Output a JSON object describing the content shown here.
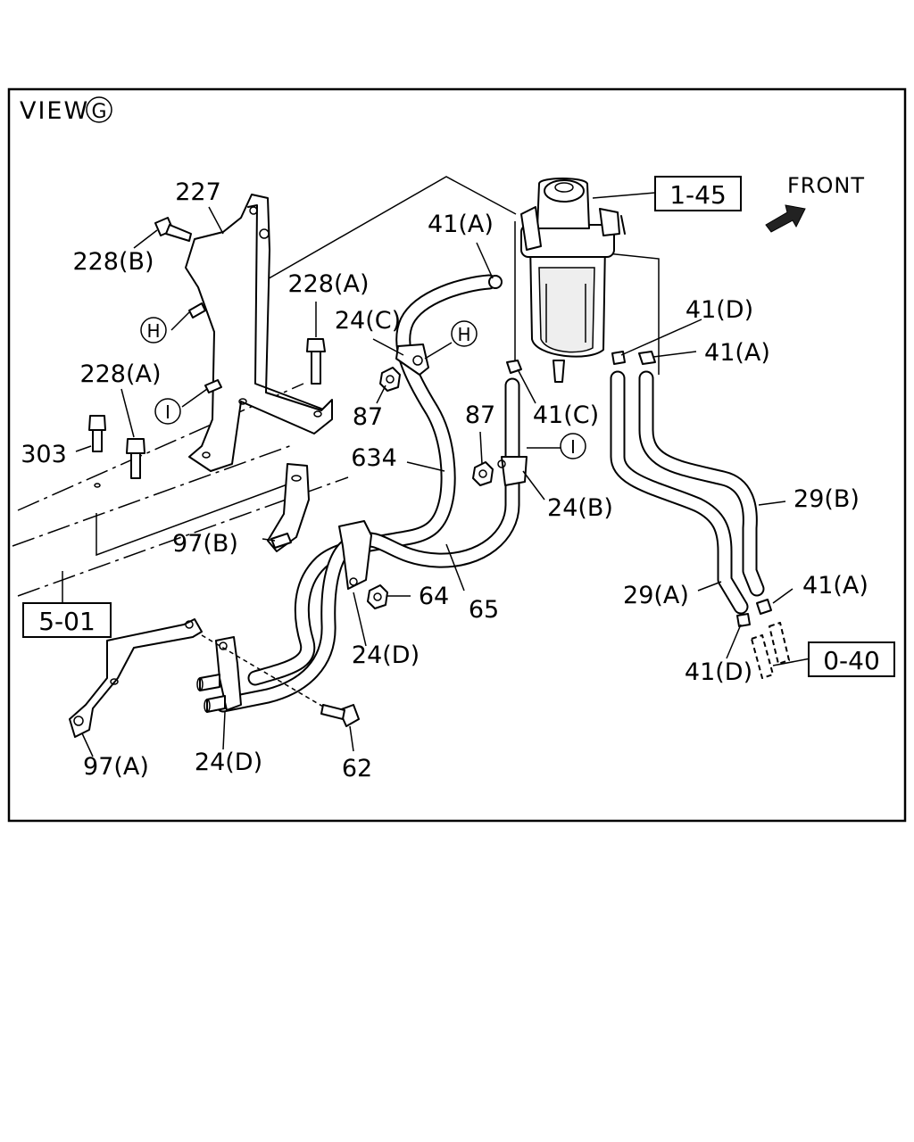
{
  "view": {
    "prefix": "VIEW",
    "letter": "G"
  },
  "direction": {
    "label": "FRONT"
  },
  "refs": {
    "fuel_filter": "1-45",
    "frame": "5-01",
    "tank": "0-40"
  },
  "callouts": {
    "c227": "227",
    "c228b": "228(B)",
    "c228a_top": "228(A)",
    "c228a_left": "228(A)",
    "c303": "303",
    "c24c": "24(C)",
    "c41a_top": "41(A)",
    "c41d_right": "41(D)",
    "c41a_right": "41(A)",
    "c87_left": "87",
    "c87_mid": "87",
    "c41c": "41(C)",
    "c634": "634",
    "c24b": "24(B)",
    "c29b": "29(B)",
    "c97b": "97(B)",
    "c29a": "29(A)",
    "c41a_low": "41(A)",
    "c64": "64",
    "c65": "65",
    "c24d_mid": "24(D)",
    "c41d_low": "41(D)",
    "c97a": "97(A)",
    "c24d_low": "24(D)",
    "c62": "62"
  },
  "circle_markers": {
    "h_left": "H",
    "i_left": "I",
    "h_mid": "H",
    "i_right": "I"
  }
}
